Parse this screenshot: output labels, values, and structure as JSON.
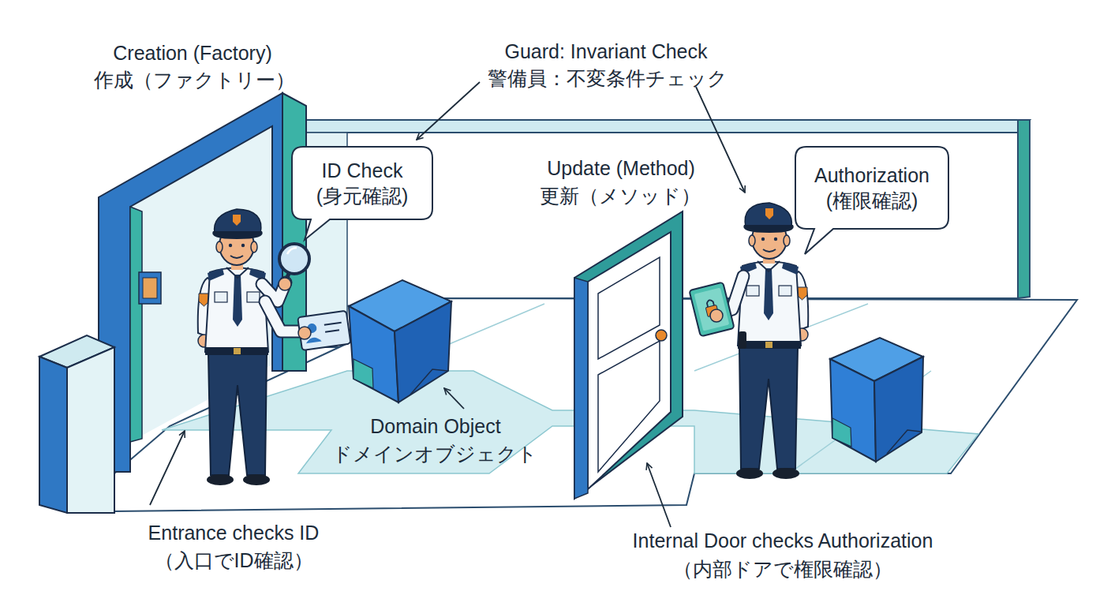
{
  "diagram": {
    "nodes": [
      {
        "text": [
          "ID Check",
          "(身元確認)"
        ]
      },
      {
        "text": [
          "Authorization",
          "(権限確認)"
        ]
      }
    ],
    "labels": [
      "Creation (Factory)",
      "作成（ファクトリー）",
      "Guard: Invariant Check",
      "警備員：不変条件チェック",
      "Update (Method)",
      "更新（メソッド）",
      "Domain Object",
      "ドメインオブジェクト",
      "Entrance checks ID",
      "（入口でID確認）",
      "Internal Door checks Authorization",
      "（内部ドアで権限確認）"
    ]
  }
}
